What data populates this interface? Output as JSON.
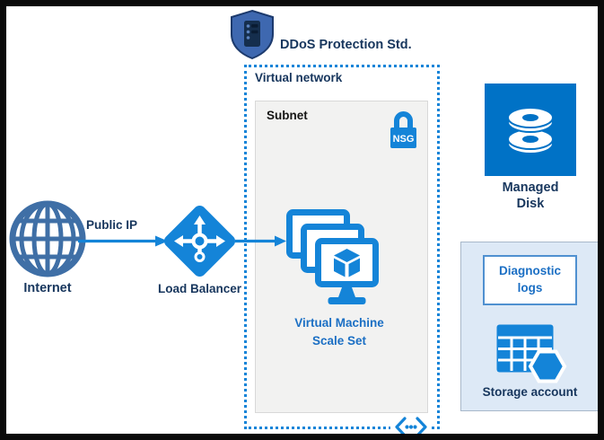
{
  "diagram": {
    "ddos": {
      "label": "DDoS Protection Std."
    },
    "virtual_network": {
      "label": "Virtual network"
    },
    "subnet": {
      "label": "Subnet"
    },
    "nsg": {
      "label": "NSG"
    },
    "vmss": {
      "line1": "Virtual Machine",
      "line2": "Scale Set"
    },
    "internet": {
      "label": "Internet"
    },
    "public_ip": {
      "label": "Public IP"
    },
    "load_balancer": {
      "label": "Load Balancer"
    },
    "managed_disk": {
      "line1": "Managed",
      "line2": "Disk"
    },
    "diagnostic_logs": {
      "line1": "Diagnostic",
      "line2": "logs"
    },
    "storage_account": {
      "label": "Storage account"
    },
    "icons": [
      "ddos-shield-icon",
      "globe-icon",
      "load-balancer-icon",
      "nsg-lock-icon",
      "vmss-monitors-icon",
      "managed-disk-icon",
      "storage-table-hexagon-icon",
      "vnet-chevron-dots-icon",
      "arrow-right-icon"
    ],
    "colors": {
      "accent_blue": "#1484d8",
      "disk_blue": "#0072c6",
      "steel_blue": "#3f6fa6",
      "shield_blue": "#3e68b0",
      "navy_text": "#17365d",
      "blue_text": "#1b6fc4",
      "subnet_bg": "#f2f2f1",
      "panel_bg": "#dde9f6",
      "frame_black": "#0a0a0a"
    }
  }
}
